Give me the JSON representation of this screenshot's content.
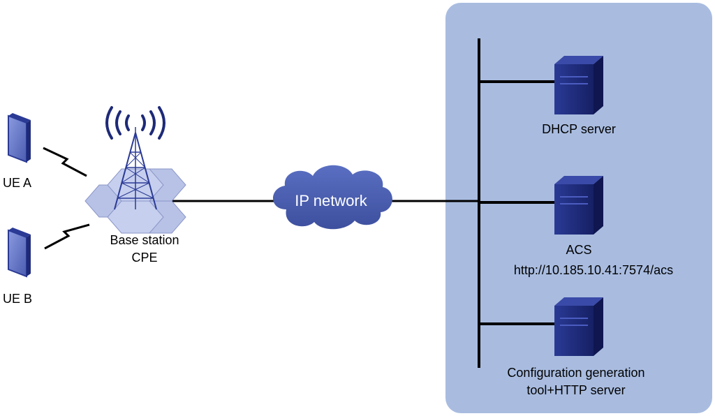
{
  "devices": {
    "ue_a": "UE A",
    "ue_b": "UE B",
    "base_station_line1": "Base station",
    "base_station_line2": "CPE"
  },
  "network": {
    "cloud_label": "IP network"
  },
  "servers": {
    "dhcp": "DHCP server",
    "acs_line1": "ACS",
    "acs_line2": "http://10.185.10.41:7574/acs",
    "config_line1": "Configuration generation",
    "config_line2": "tool+HTTP server"
  },
  "colors": {
    "panel_bg": "#a9bce0",
    "server_dark": "#1e2a78",
    "cloud_fill": "#4a5fb0",
    "device_fill": "#5b6cc4",
    "hex_fill": "#b8c2e6"
  }
}
